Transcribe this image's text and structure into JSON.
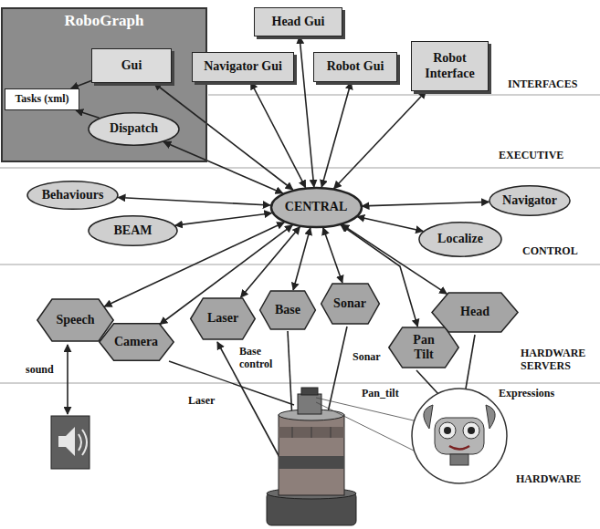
{
  "diagram": {
    "nodes": [
      {
        "text": [
          "RoboGraph"
        ]
      },
      {
        "text": [
          "Gui"
        ],
        "in": 0
      },
      {
        "text": [
          "Tasks (xml)"
        ],
        "in": 0
      },
      {
        "text": [
          "Dispatch"
        ],
        "in": 0
      },
      {
        "text": [
          "Head Gui"
        ]
      },
      {
        "text": [
          "Navigator Gui"
        ]
      },
      {
        "text": [
          "Robot Gui"
        ]
      },
      {
        "text": [
          "Robot Interface"
        ]
      },
      {
        "text": [
          "Behaviours"
        ]
      },
      {
        "text": [
          "BEAM"
        ]
      },
      {
        "text": [
          "CENTRAL"
        ]
      },
      {
        "text": [
          "Navigator"
        ]
      },
      {
        "text": [
          "Localize"
        ]
      },
      {
        "text": [
          "Speech"
        ]
      },
      {
        "text": [
          "Camera"
        ]
      },
      {
        "text": [
          "Laser"
        ]
      },
      {
        "text": [
          "Base"
        ]
      },
      {
        "text": [
          "Sonar"
        ]
      },
      {
        "text": [
          "Pan Tilt"
        ]
      },
      {
        "text": [
          "Head"
        ]
      }
    ],
    "edges": [
      {
        "from": 1,
        "to": 2,
        "arrow": "to"
      },
      {
        "from": 3,
        "to": 2,
        "arrow": "to"
      },
      {
        "from": 10,
        "to": 1,
        "arrow": "both"
      },
      {
        "from": 10,
        "to": 3,
        "arrow": "both"
      },
      {
        "from": 10,
        "to": 4,
        "arrow": "both"
      },
      {
        "from": 10,
        "to": 5,
        "arrow": "both"
      },
      {
        "from": 10,
        "to": 6,
        "arrow": "both"
      },
      {
        "from": 10,
        "to": 7,
        "arrow": "both"
      },
      {
        "from": 10,
        "to": 8,
        "arrow": "both"
      },
      {
        "from": 10,
        "to": 9,
        "arrow": "both"
      },
      {
        "from": 10,
        "to": 11,
        "arrow": "both"
      },
      {
        "from": 10,
        "to": 12,
        "arrow": "both"
      },
      {
        "from": 10,
        "to": 13,
        "arrow": "both"
      },
      {
        "from": 10,
        "to": 14,
        "arrow": "both"
      },
      {
        "from": 10,
        "to": 15,
        "arrow": "both"
      },
      {
        "from": 10,
        "to": 16,
        "arrow": "both"
      },
      {
        "from": 10,
        "to": 17,
        "arrow": "both"
      },
      {
        "from": 10,
        "to": 18,
        "arrow": "both"
      },
      {
        "from": 10,
        "to": 19,
        "arrow": "both"
      }
    ],
    "labels": [
      "INTERFACES",
      "EXECUTIVE",
      "CONTROL",
      "HARDWARE SERVERS",
      "HARDWARE",
      "sound",
      "Laser",
      "Base control",
      "Sonar",
      "Pan_tilt",
      "Expressions"
    ]
  }
}
